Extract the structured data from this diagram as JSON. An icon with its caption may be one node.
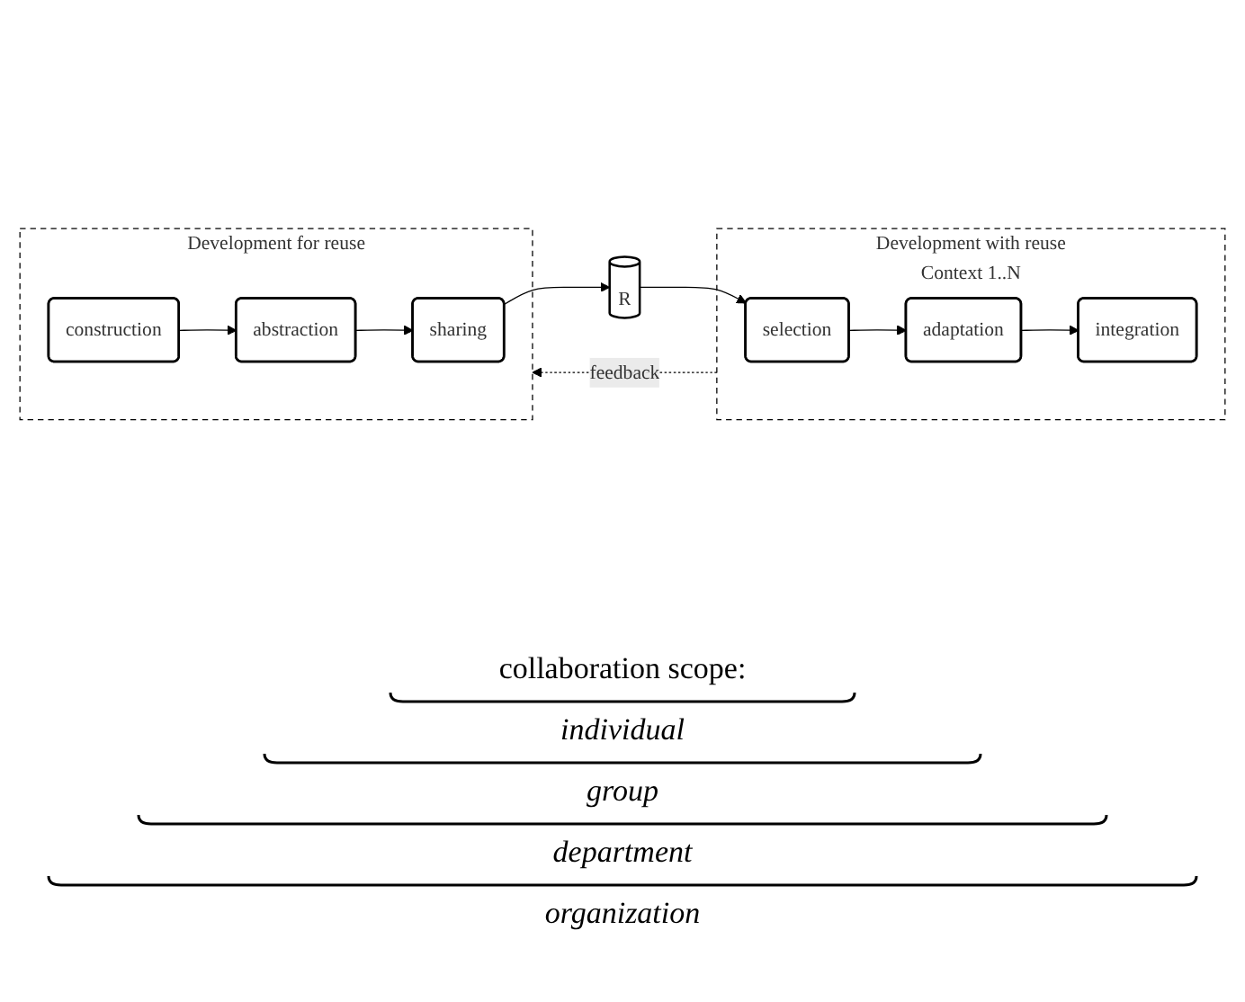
{
  "diagram": {
    "nodes": [
      {
        "text": [
          "Development for reuse"
        ]
      },
      {
        "text": [
          "sharing"
        ],
        "in": 0
      },
      {
        "text": [
          "abstraction"
        ],
        "in": 0
      },
      {
        "text": [
          "construction"
        ],
        "in": 0
      },
      {
        "text": [
          "R"
        ]
      },
      {
        "text": [
          "Development with reuse",
          "Context 1..N"
        ]
      },
      {
        "text": [
          "selection"
        ],
        "in": 5
      },
      {
        "text": [
          "adaptation"
        ],
        "in": 5
      },
      {
        "text": [
          "integration"
        ],
        "in": 5
      }
    ],
    "edges": [
      {
        "from": 3,
        "to": 2,
        "arrow": "to"
      },
      {
        "from": 2,
        "to": 1,
        "arrow": "to"
      },
      {
        "from": 1,
        "to": 4,
        "arrow": "to"
      },
      {
        "from": 4,
        "to": 6,
        "arrow": "to"
      },
      {
        "from": 6,
        "to": 7,
        "arrow": "to"
      },
      {
        "from": 7,
        "to": 8,
        "arrow": "to"
      },
      {
        "from": 5,
        "to": 0,
        "arrow": "to",
        "style": "dashed",
        "label": "feedback"
      }
    ],
    "labels": [
      "collaboration scope:",
      "individual",
      "group",
      "department",
      "organization"
    ]
  }
}
